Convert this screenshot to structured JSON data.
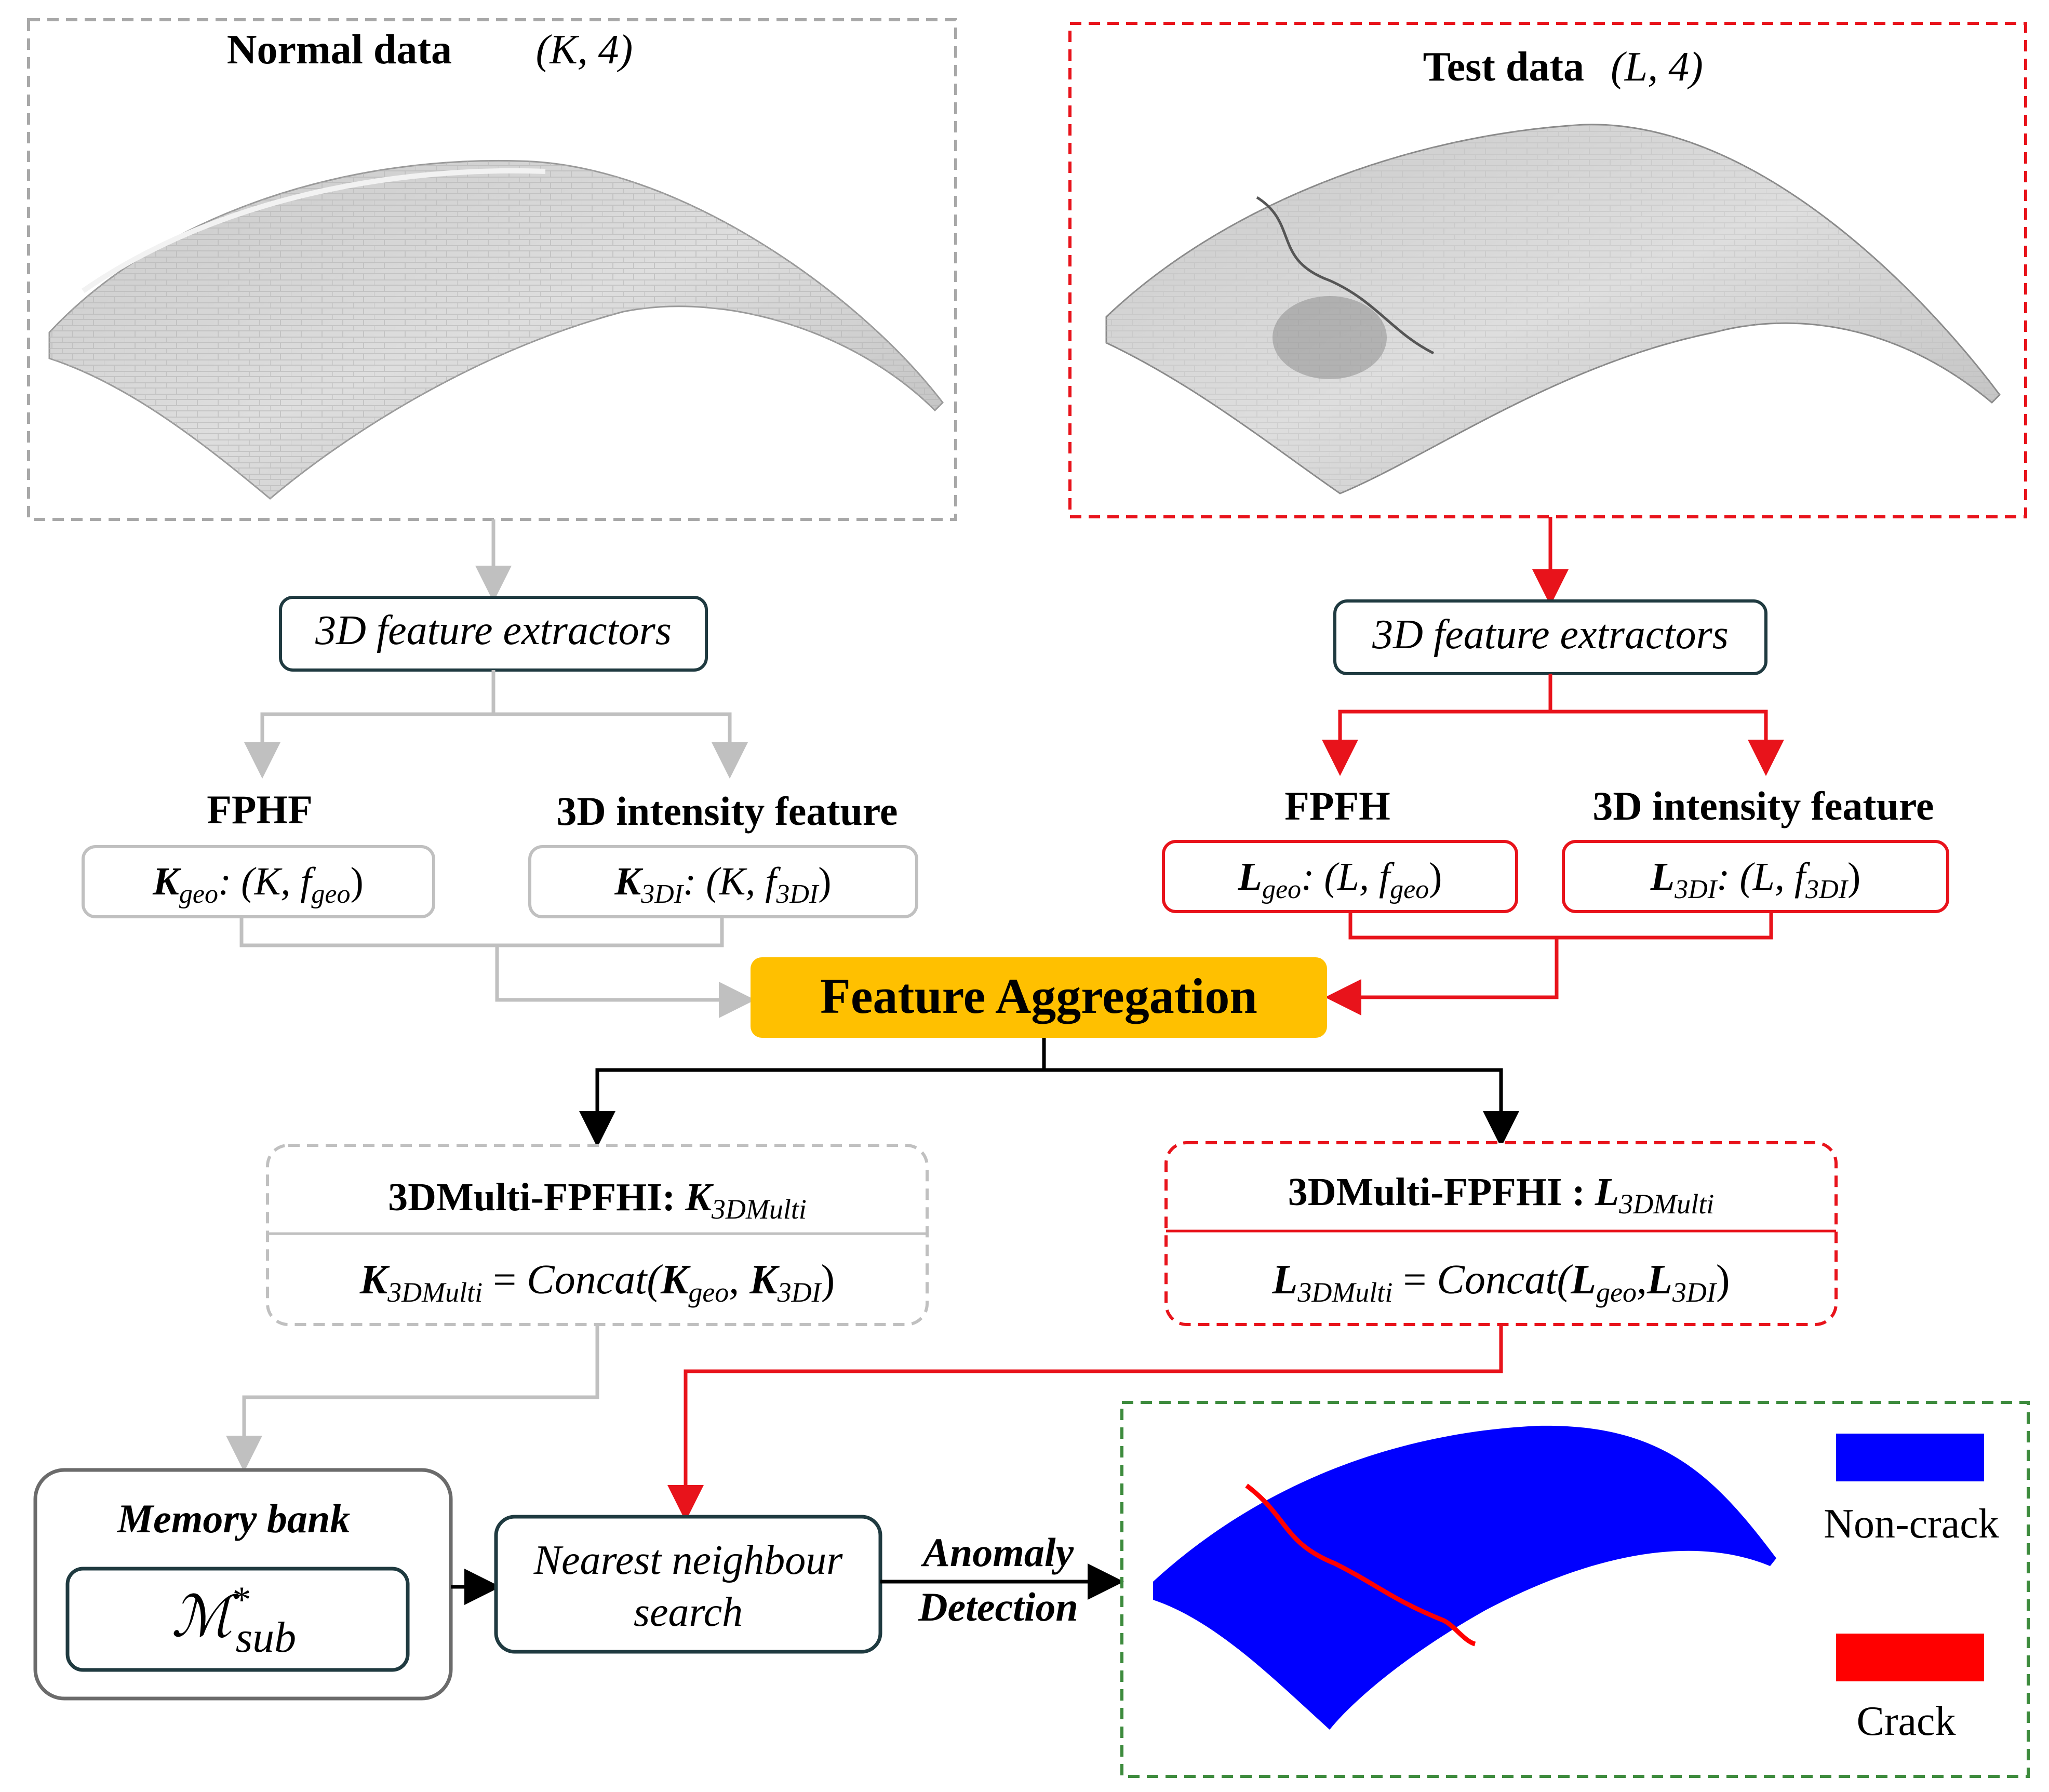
{
  "normal_panel": {
    "title_bold": "Normal data",
    "title_math": "(K, 4)"
  },
  "test_panel": {
    "title_bold": "Test data",
    "title_math": "(L, 4)"
  },
  "left_branch": {
    "extractor_label": "3D feature extractors",
    "geo_header": "FPHF",
    "intensity_header": "3D intensity feature",
    "geo_box": {
      "sym": "K",
      "sub": "geo",
      "rest": ": (K, f",
      "sub2": "geo",
      "close": ")"
    },
    "intensity_box": {
      "sym": "K",
      "sub": "3DI",
      "rest": ": (K, f",
      "sub2": "3DI",
      "close": ")"
    },
    "multi_title": "3DMulti-FPFHI: ",
    "multi_title_sym": "K",
    "multi_title_sub": "3DMulti",
    "multi_formula": {
      "lhs_sym": "K",
      "lhs_sub": "3DMulti",
      "eq": " = ",
      "fn": "Concat(",
      "a_sym": "K",
      "a_sub": "geo",
      "comma": ", ",
      "b_sym": "K",
      "b_sub": "3DI",
      "close": ")"
    }
  },
  "right_branch": {
    "extractor_label": "3D feature extractors",
    "geo_header": "FPFH",
    "intensity_header": "3D intensity feature",
    "geo_box": {
      "sym": "L",
      "sub": "geo",
      "rest": ": (L, f",
      "sub2": "geo",
      "close": ")"
    },
    "intensity_box": {
      "sym": "L",
      "sub": "3DI",
      "rest": ": (L, f",
      "sub2": "3DI",
      "close": ")"
    },
    "multi_title": "3DMulti-FPFHI : ",
    "multi_title_sym": "L",
    "multi_title_sub": "3DMulti",
    "multi_formula": {
      "lhs_sym": "L",
      "lhs_sub": "3DMulti",
      "eq": " = ",
      "fn": "Concat(",
      "a_sym": "L",
      "a_sub": "geo",
      "comma": ",",
      "b_sym": "L",
      "b_sub": "3DI",
      "close": ")"
    }
  },
  "aggregation": {
    "label": "Feature Aggregation"
  },
  "memory_bank": {
    "title": "Memory bank",
    "sym": "ℳ",
    "sup": "*",
    "sub": "sub"
  },
  "nn_search": {
    "line1": "Nearest neighbour",
    "line2": "search"
  },
  "anomaly": {
    "line1": "Anomaly",
    "line2": "Detection"
  },
  "legend": {
    "items": [
      {
        "label": "Non-crack",
        "color": "#0000ff"
      },
      {
        "label": "Crack",
        "color": "#ff0000"
      }
    ]
  },
  "colors": {
    "normal": "#c0c0c0",
    "test": "#e8131b",
    "result": "#3d8b3d",
    "aggregation_fill": "#ffc000",
    "dark_box": "#1f3a40",
    "memory_outer": "#6b6b6b"
  }
}
